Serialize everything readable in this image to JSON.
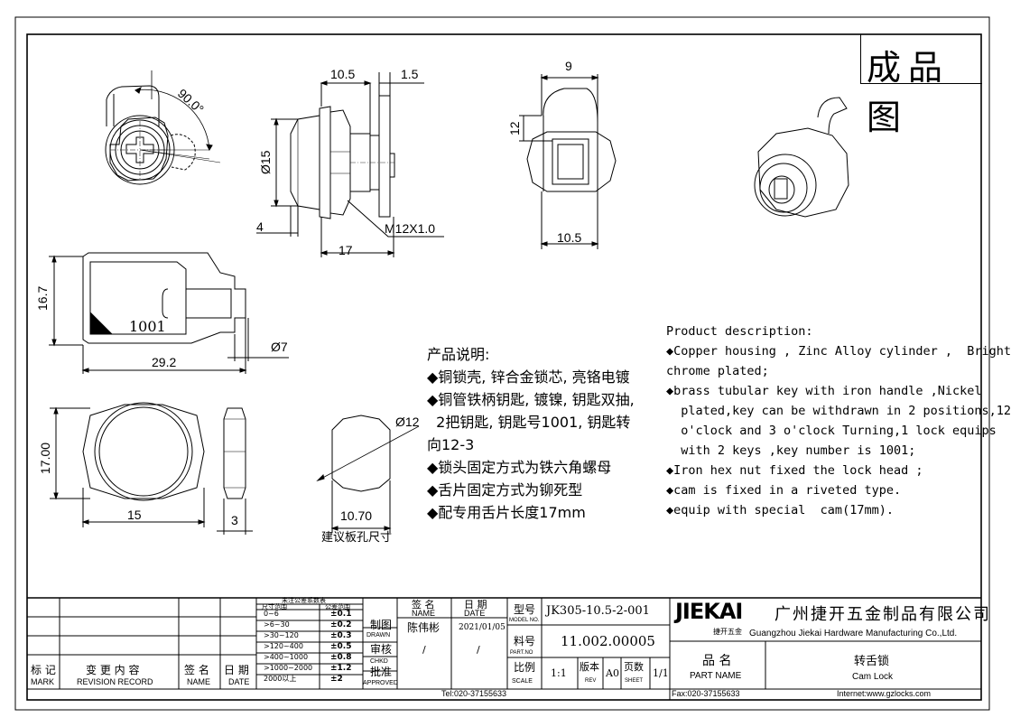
{
  "title": "成品图",
  "dims": {
    "angle": "90.0°",
    "w_10_5_top": "10.5",
    "w_1_5": "1.5",
    "dia_15": "Ø15",
    "d4": "4",
    "thread": "M12X1.0",
    "l17": "17",
    "w9": "9",
    "h12": "12",
    "w10_5_bottom": "10.5",
    "h16_7": "16.7",
    "key_no": "1001",
    "d7": "Ø7",
    "w29_2": "29.2",
    "h17_00": "17.00",
    "w15": "15",
    "w3": "3",
    "dia12": "Ø12",
    "hole_w": "10.70",
    "hole_caption": "建议板孔尺寸"
  },
  "cn_desc": {
    "title": "产品说明:",
    "lines": [
      "◆铜锁壳, 锌合金锁芯, 亮铬电镀",
      "◆铜管铁柄钥匙, 镀镍, 钥匙双抽,",
      "  2把钥匙, 钥匙号1001, 钥匙转",
      "向12-3",
      "◆锁头固定方式为铁六角螺母",
      "◆舌片固定方式为铆死型",
      "◆配专用舌片长度17mm"
    ]
  },
  "en_desc": {
    "title": "Product description:",
    "lines": [
      "◆Copper housing , Zinc Alloy cylinder ,  Bright",
      "chrome plated;",
      "◆brass tubular key with iron handle ,Nickel",
      "  plated,key can be withdrawn in 2 positions,12",
      "  o'clock and 3 o'clock Turning,1 lock equips",
      "  with 2 keys ,key number is 1001;",
      "◆Iron hex nut fixed the lock head ;",
      "◆cam is fixed in a riveted type.",
      "◆equip with special  cam(17mm)."
    ]
  },
  "title_block": {
    "rev": {
      "mark_cn": "标 记",
      "mark_en": "MARK",
      "record_cn": "变 更 内 容",
      "record_en": "REVISION RECORD",
      "name_cn": "签 名",
      "name_en": "NAME",
      "date_cn": "日 期",
      "date_en": "DATE"
    },
    "tolerance": {
      "title": "未注公差系数表",
      "h1": "尺寸范围",
      "h2": "公差范围",
      "rows": [
        [
          "0~6",
          "±0.1"
        ],
        [
          ">6~30",
          "±0.2"
        ],
        [
          ">30~120",
          "±0.3"
        ],
        [
          ">120~400",
          "±0.5"
        ],
        [
          ">400~1000",
          "±0.8"
        ],
        [
          ">1000~2000",
          "±1.2"
        ],
        [
          "2000以上",
          "±2"
        ]
      ]
    },
    "roles": {
      "drawn_cn": "制图",
      "drawn_en": "DRAWN",
      "chkd_cn": "审核",
      "chkd_en": "CHKD",
      "approved_cn": "批准",
      "approved_en": "APPROVED"
    },
    "sign": {
      "name_cn": "签 名",
      "name_en": "NAME",
      "date_cn": "日 期",
      "date_en": "DATE",
      "drawn_name": "陈伟彬",
      "drawn_date": "2021/01/05",
      "chkd_name": "/",
      "chkd_date": "/"
    },
    "model": {
      "model_cn": "型号",
      "model_en": "MODEL NO.",
      "model_value": "JK305-10.5-2-001",
      "part_cn": "料号",
      "part_en": "PART.NO",
      "part_value": "11.002.00005",
      "scale_cn": "比例",
      "scale_en": "SCALE",
      "scale_value": "1:1",
      "rev_cn": "版本",
      "rev_en": "REV",
      "rev_value": "A0",
      "sheet_cn": "页数",
      "sheet_en": "SHEET",
      "sheet_value": "1/1"
    },
    "company": {
      "logo": "JIEKAI",
      "logo_sub": "捷开五金",
      "name_cn": "广州捷开五金制品有限公司",
      "name_en": "Guangzhou Jiekai Hardware Manufacturing Co.,Ltd.",
      "part_name_cn": "品 名",
      "part_name_en": "PART NAME",
      "product_cn": "转舌锁",
      "product_en": "Cam Lock"
    },
    "footer": {
      "tel": "Tel:020-37155633",
      "fax": "Fax:020-37155633",
      "web": "Internet:www.gzlocks.com"
    }
  }
}
